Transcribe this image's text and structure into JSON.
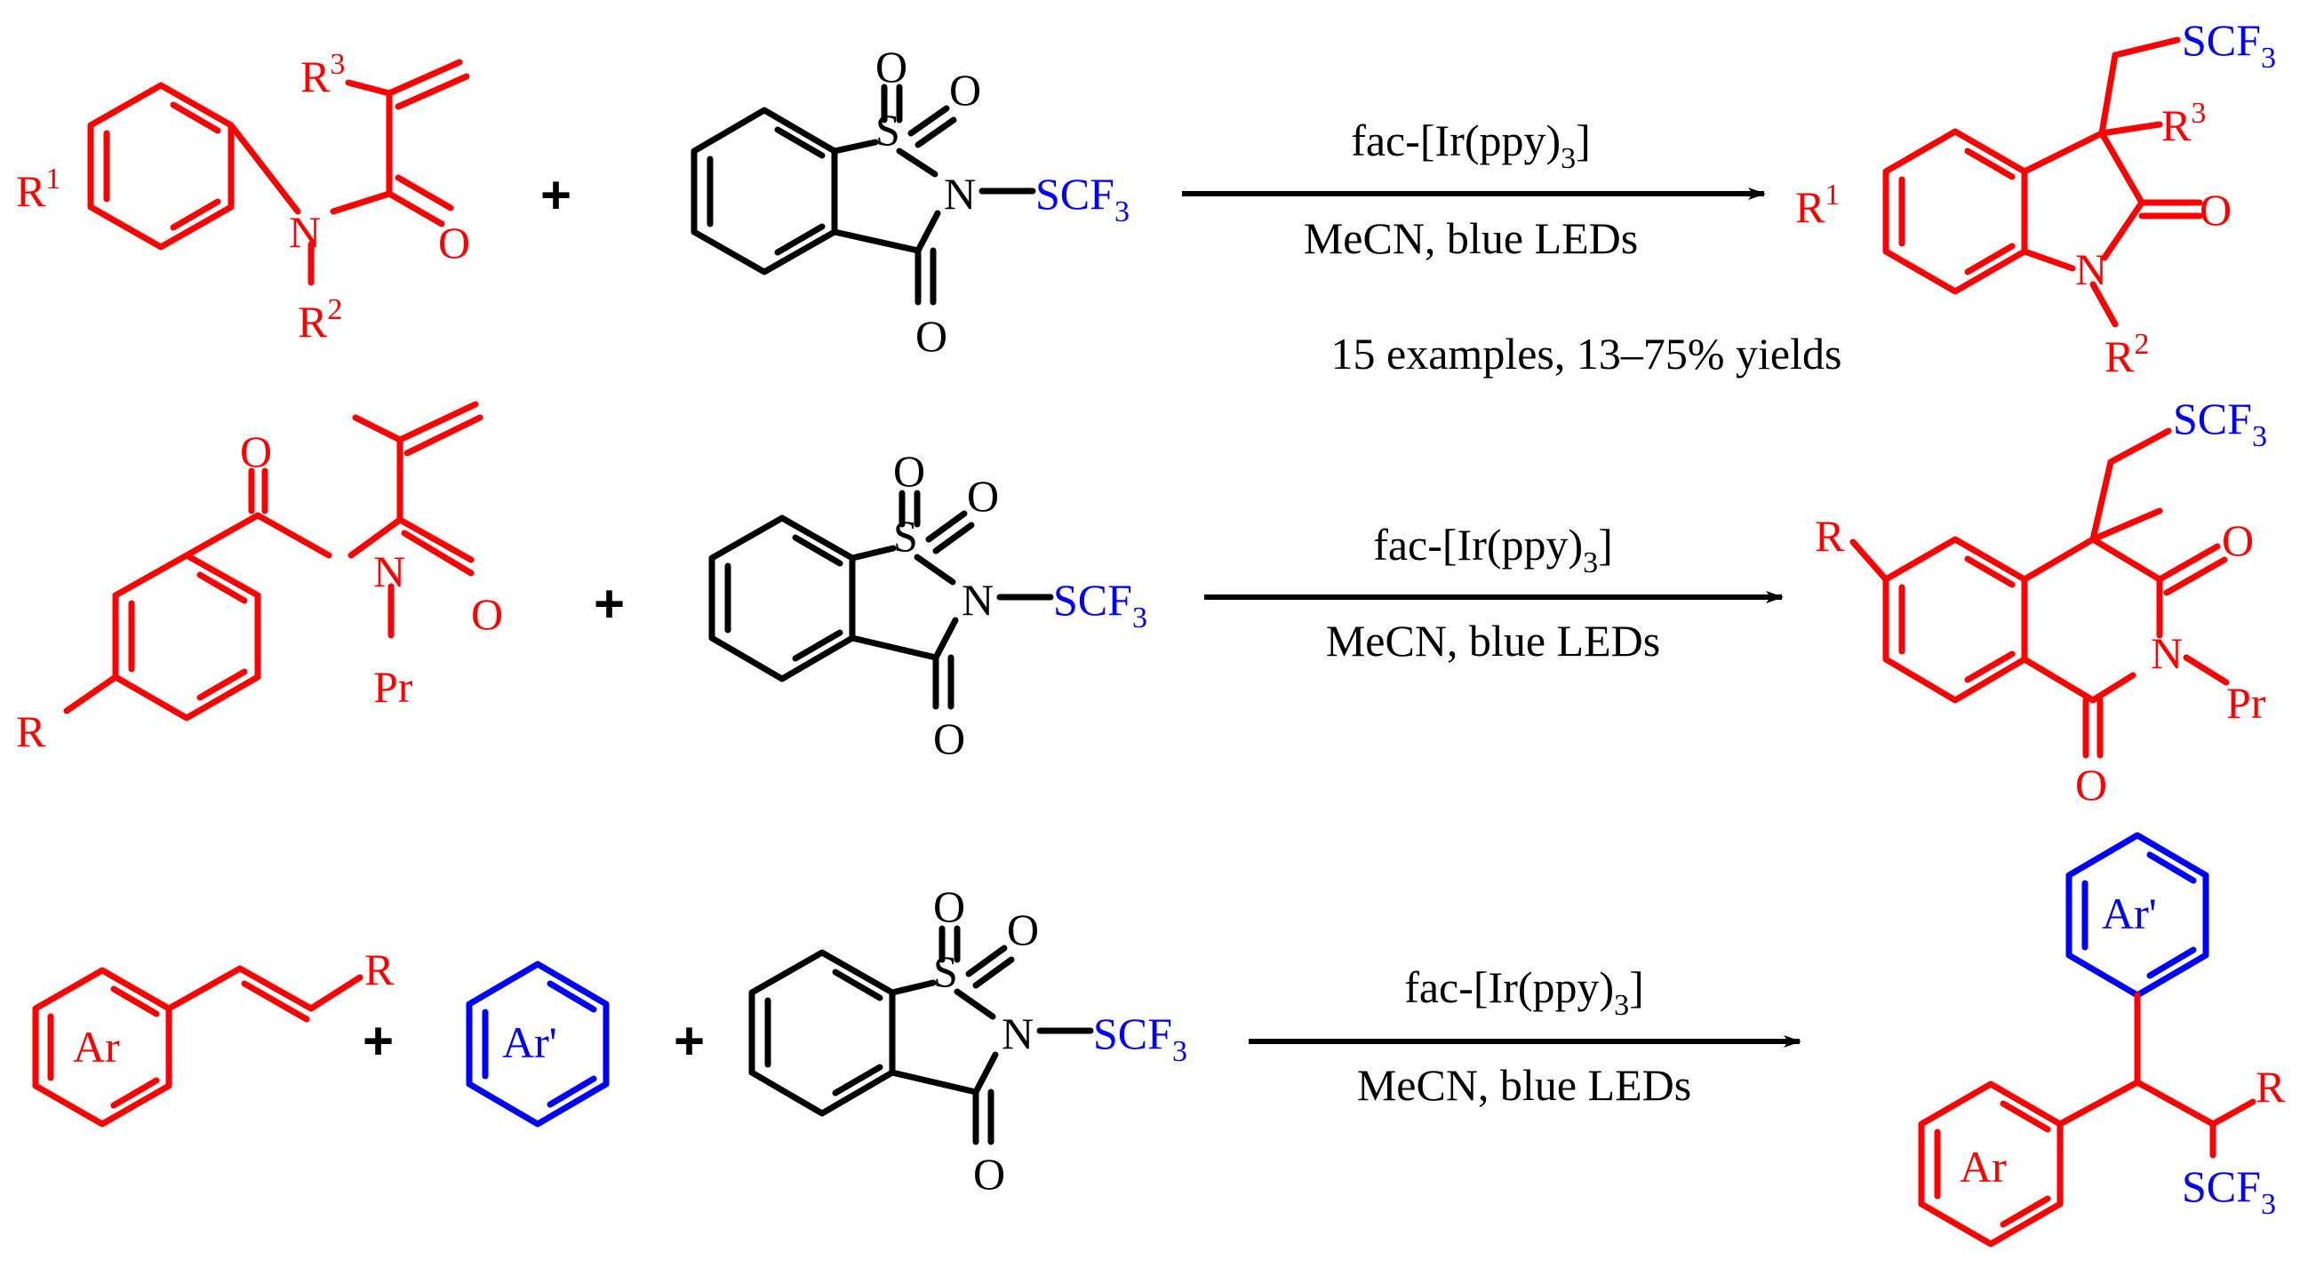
{
  "colors": {
    "substrate": "#ff0000",
    "reagent": "#000000",
    "scf3_group": "#0000ff",
    "arene": "#0000ff"
  },
  "labels": {
    "R": "R",
    "R1": "R",
    "R1_sup": "1",
    "R2": "R",
    "R2_sup": "2",
    "R3": "R",
    "R3_sup": "3",
    "N": "N",
    "O": "O",
    "S": "S",
    "Pr": "Pr",
    "SCF": "SCF",
    "SCF_sub": "3",
    "Ar": "Ar",
    "ArPrime": "Ar'",
    "plus": "+"
  },
  "reactions": [
    {
      "catalyst": "fac-[Ir(ppy)",
      "catalyst_sub": "3",
      "catalyst_close": "]",
      "conditions": "MeCN,  blue LEDs",
      "note": "15 examples, 13–75% yields"
    },
    {
      "catalyst": "fac-[Ir(ppy)",
      "catalyst_sub": "3",
      "catalyst_close": "]",
      "conditions": "MeCN,  blue LEDs"
    },
    {
      "catalyst": "fac-[Ir(ppy)",
      "catalyst_sub": "3",
      "catalyst_close": "]",
      "conditions": "MeCN,  blue LEDs"
    }
  ]
}
